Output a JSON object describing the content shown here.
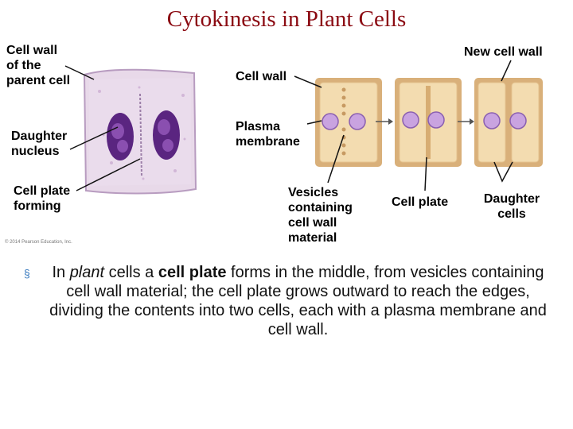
{
  "title": "Cytokinesis in Plant Cells",
  "labels": {
    "cell_wall_parent": "Cell wall\nof the\nparent cell",
    "daughter_nucleus": "Daughter\nnucleus",
    "cell_plate_forming": "Cell plate\nforming",
    "new_cell_wall": "New cell wall",
    "cell_wall": "Cell wall",
    "plasma_membrane": "Plasma\nmembrane",
    "vesicles": "Vesicles\ncontaining\ncell wall\nmaterial",
    "cell_plate": "Cell plate",
    "daughter_cells": "Daughter\ncells"
  },
  "copyright": "© 2014 Pearson Education, Inc.",
  "bullet": {
    "p1": "In ",
    "p2": "plant",
    "p3": " cells a ",
    "p4": "cell plate",
    "p5": " forms in the middle, from vesicles containing cell wall material; the cell plate grows outward to reach the edges, dividing the contents into two cells, each with a plasma membrane and cell wall."
  },
  "colors": {
    "title": "#8b0a12",
    "cell_fill": "#f3dcb0",
    "cell_wall": "#d9b07a",
    "nucleus": "#c9a3e0",
    "micrograph_bg": "#e6d8e8",
    "chromatin": "#4a1a6a"
  }
}
